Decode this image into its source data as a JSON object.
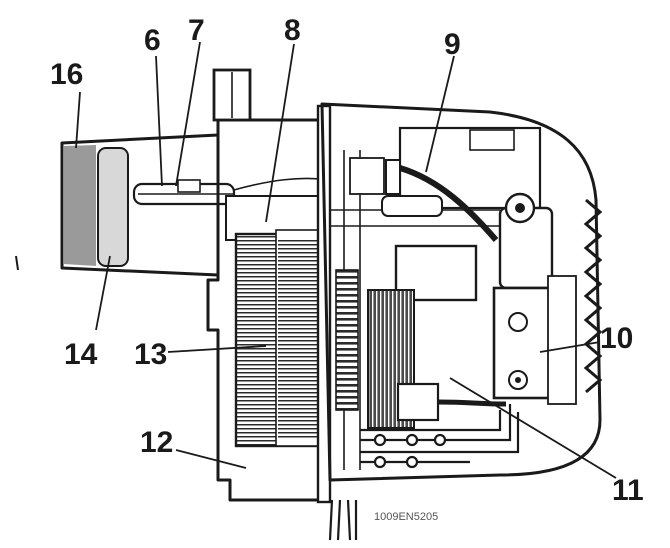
{
  "diagram": {
    "labels": {
      "l6": "6",
      "l7": "7",
      "l8": "8",
      "l9": "9",
      "l10": "10",
      "l11": "11",
      "l12": "12",
      "l13": "13",
      "l14": "14",
      "l16": "16"
    },
    "drawing_code": "1009EN5205"
  }
}
